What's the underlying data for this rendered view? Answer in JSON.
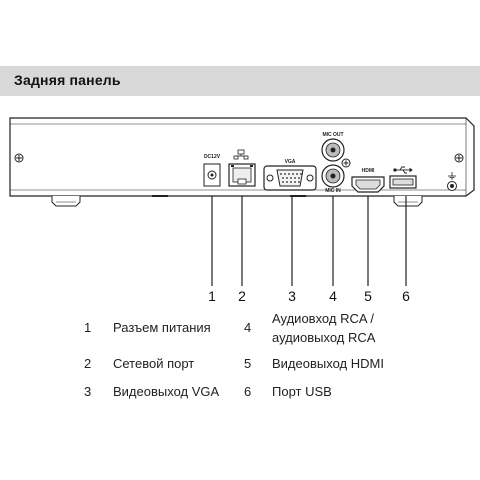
{
  "section": {
    "title": "Задняя панель"
  },
  "panel_labels": {
    "power": "DC12V",
    "vga": "VGA",
    "mic_out": "MIC OUT",
    "mic_in": "MIC IN",
    "hdmi": "HDMI"
  },
  "callouts": [
    "1",
    "2",
    "3",
    "4",
    "5",
    "6"
  ],
  "legend": [
    {
      "num": "1",
      "label": "Разъем питания"
    },
    {
      "num": "2",
      "label": "Сетевой порт"
    },
    {
      "num": "3",
      "label": "Видеовыход VGA"
    },
    {
      "num": "4",
      "label": "Аудиовход RCA /",
      "label2": "аудиовыход RCA"
    },
    {
      "num": "5",
      "label": "Видеовыход HDMI"
    },
    {
      "num": "6",
      "label": "Порт USB"
    }
  ],
  "icons": [
    "ethernet-icon",
    "usb-icon",
    "ground-icon",
    "plus-icon"
  ]
}
